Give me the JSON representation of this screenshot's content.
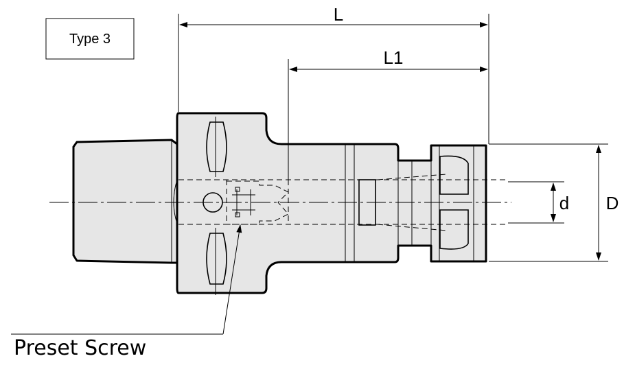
{
  "type_box": {
    "label": "Type 3"
  },
  "dimensions": {
    "overall_length": "L",
    "length_1": "L1",
    "bore_diameter": "d",
    "outer_diameter": "D"
  },
  "callout": {
    "label": "Preset Screw"
  }
}
